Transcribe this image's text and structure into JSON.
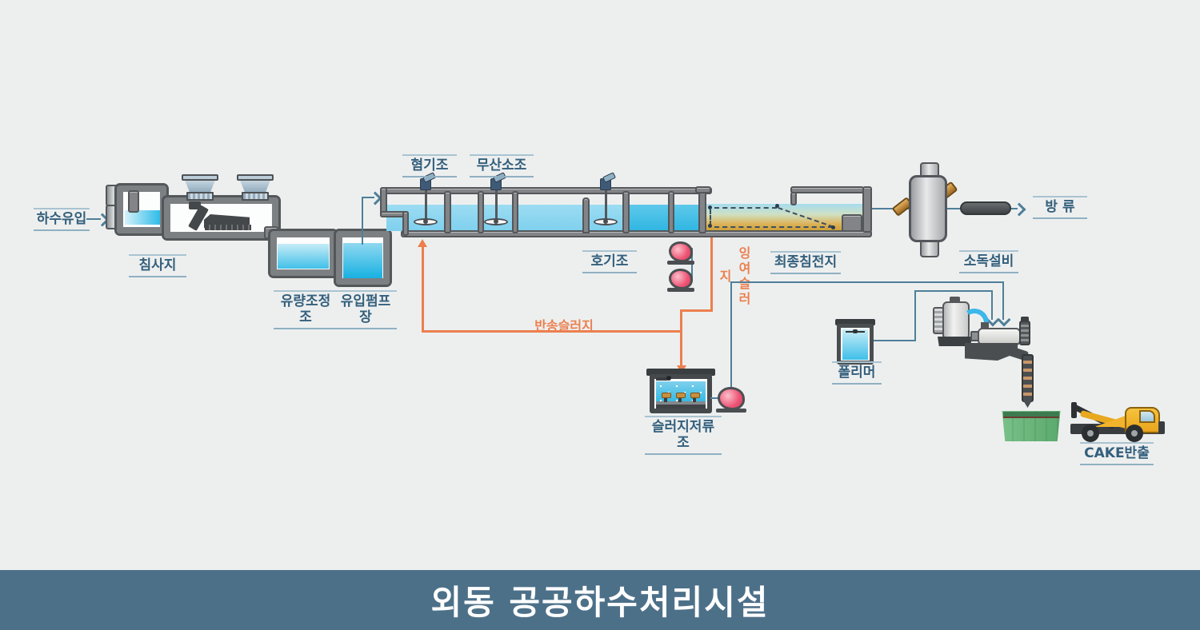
{
  "title_bar": {
    "text": "외동 공공하수처리시설"
  },
  "labels": {
    "inflow": "하수유입",
    "grit_chamber": "침사지",
    "flow_equalization": "유량조정조",
    "inflow_pump_station": "유입펌프장",
    "anaerobic_tank": "혐기조",
    "anoxic_tank": "무산소조",
    "aerobic_tank": "호기조",
    "final_clarifier": "최종침전지",
    "disinfection": "소독설비",
    "discharge": "방 류",
    "return_sludge": "반송슬러지",
    "excess_sludge": "잉여슬러지",
    "sludge_storage": "슬러지저류조",
    "polymer": "폴리머",
    "cake_out": "CAKE반출"
  },
  "colors": {
    "background": "#edefef",
    "title_bar_bg": "#4d7089",
    "label_text": "#335f7c",
    "process_line_blue": "#4f7f99",
    "sludge_line_orange": "#ec7f4e",
    "water_light": "#8ed5ef",
    "water_saturated": "#2fb8e4",
    "clarifier_sludge": "#cfa035",
    "tank_wall": "#7d8083",
    "pump_pink": "#ee5575",
    "container_green": "#5ba96c",
    "truck_yellow": "#f2b32c"
  }
}
